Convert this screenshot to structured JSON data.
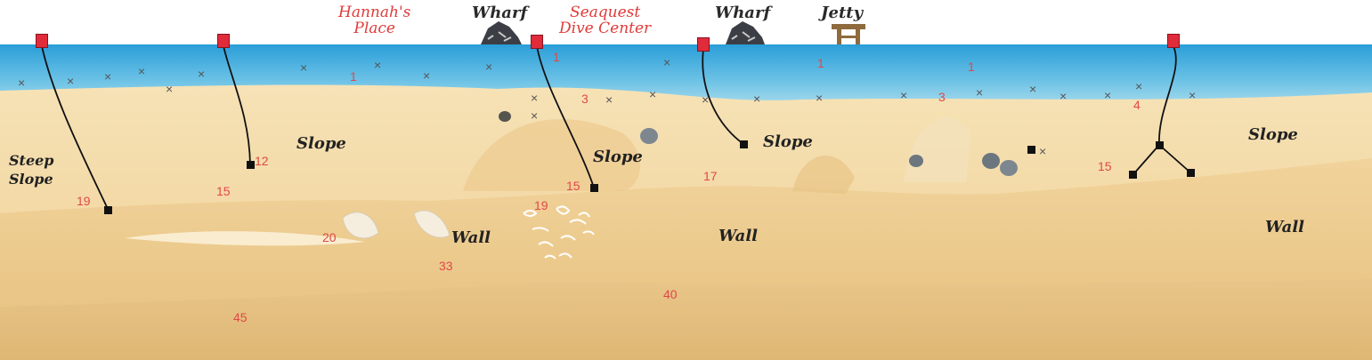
{
  "colors": {
    "sky": "#ffffff",
    "water_top": "#2a9ed8",
    "water_bottom": "#bfe4ef",
    "sand_light": "#f6dfae",
    "sand_mid": "#e9c584",
    "sand_dark": "#ddb46c",
    "label_red": "#e03a3a",
    "depth_red": "#e04848",
    "mooring_red": "#e02b3a",
    "rope": "#111111"
  },
  "site_labels": [
    "Hannah's Place",
    "Seaquest Dive Center"
  ],
  "structure_labels": [
    "Wharf",
    "Wharf",
    "Jetty"
  ],
  "zone_labels": [
    "Steep Slope",
    "Slope",
    "Slope",
    "Slope",
    "Slope",
    "Wall",
    "Wall",
    "Wall"
  ],
  "depths": [
    "1",
    "1",
    "1",
    "1",
    "3",
    "3",
    "4",
    "12",
    "15",
    "15",
    "15",
    "17",
    "19",
    "19",
    "20",
    "33",
    "40",
    "45"
  ],
  "icons": {
    "mooring_buoy": "mooring-buoy-icon",
    "anchor_block": "anchor-block-icon",
    "reef_marker": "reef-marker-icon",
    "wharf": "wharf-icon",
    "jetty": "jetty-icon",
    "boulder": "boulder-icon",
    "coral": "coral-icon",
    "x_marker": "x-marker-icon"
  },
  "x_marker_glyph": "×"
}
